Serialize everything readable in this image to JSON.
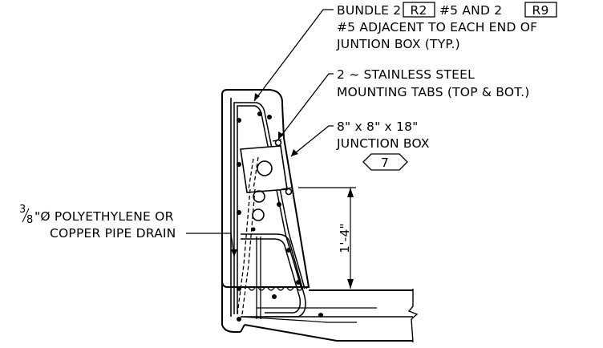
{
  "notes": {
    "bundle": {
      "prefix": "BUNDLE 2",
      "tag1": "R2",
      "middle": "#5 AND 2",
      "tag2": "R9",
      "line2": "#5 ADJACENT TO EACH END OF",
      "line3": "JUNTION BOX (TYP.)"
    },
    "tabs": {
      "line1": "2 ~ STAINLESS STEEL",
      "line2": "MOUNTING TABS (TOP & BOT.)"
    },
    "junction_box": {
      "line1": "8\" x 8\" x 18\"",
      "line2": "JUNCTION BOX",
      "callout": "7"
    },
    "drain": {
      "frac_num": "3",
      "frac_den": "8",
      "line1_rest": "\"Ø POLYETHYLENE OR",
      "line2": "COPPER PIPE DRAIN"
    },
    "dimension": "1'-4\""
  }
}
